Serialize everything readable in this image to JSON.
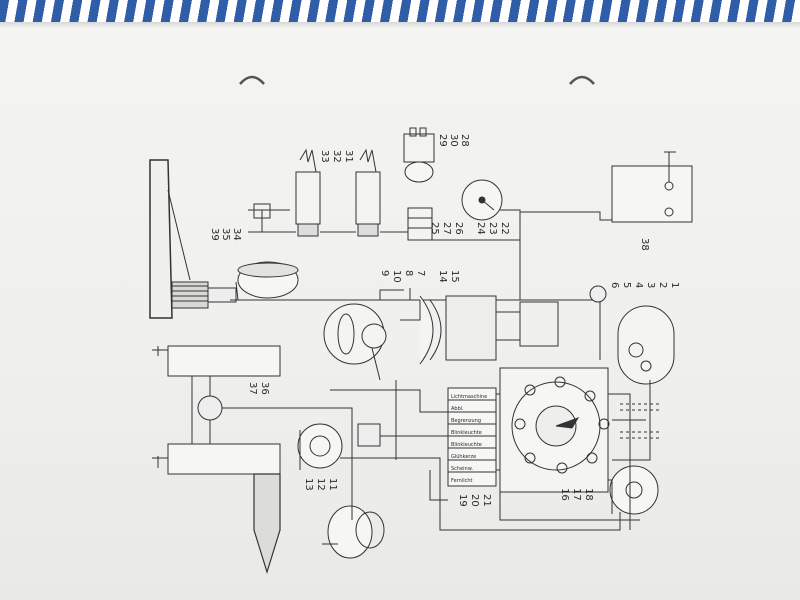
{
  "labels": {
    "n29": "29",
    "n30": "30",
    "n28": "28",
    "n33": "33",
    "n32": "32",
    "n31": "31",
    "n34": "34",
    "n35": "35",
    "n39": "39",
    "n22": "22",
    "n23": "23",
    "n24": "24",
    "n26": "26",
    "n27": "27",
    "n25": "25",
    "n38": "38",
    "n7": "7",
    "n8": "8",
    "n10": "10",
    "n9": "9",
    "n14": "14",
    "n15": "15",
    "n1": "1",
    "n2": "2",
    "n3": "3",
    "n4": "4",
    "n5": "5",
    "n6": "6",
    "n36": "36",
    "n37": "37",
    "n11": "11",
    "n12": "12",
    "n13": "13",
    "n21": "21",
    "n20": "20",
    "n19": "19",
    "n18": "18",
    "n17": "17",
    "n16": "16"
  },
  "switch_labels": [
    "Lichtmaschine",
    "Abbl.",
    "Begrenzung",
    "Blinkleuchte",
    "Blinkleuchte",
    "Glühkerze",
    "Scheinw.",
    "Fernlicht"
  ]
}
